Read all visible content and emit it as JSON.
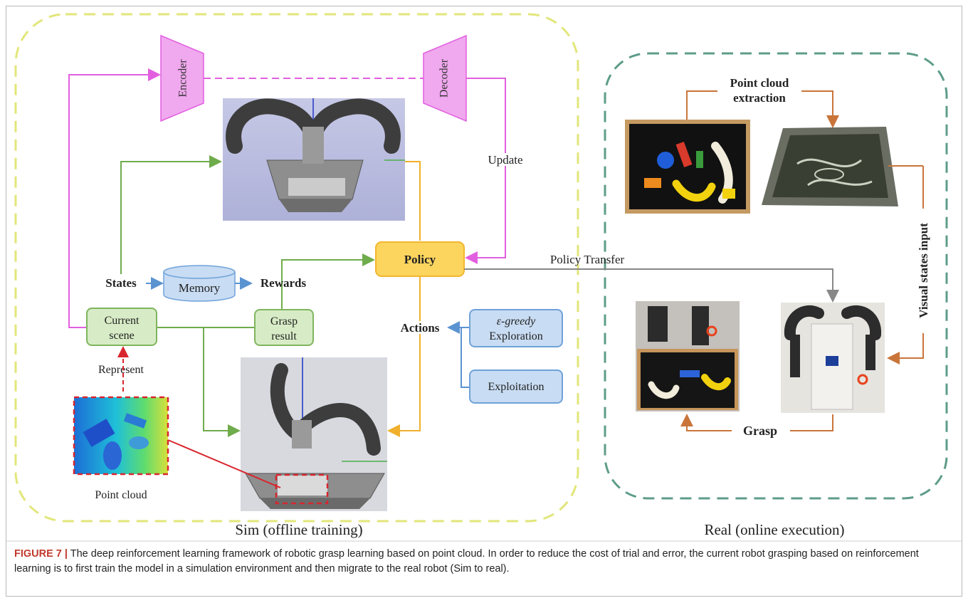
{
  "colors": {
    "sim_border": "#e2e67a",
    "real_border": "#5e9c8a",
    "encoder_decoder": "#f0a8ee",
    "magenta_arrow": "#e25fe0",
    "green_box": "#d7ecc6",
    "green_border": "#7fb55e",
    "blue_box": "#c8dcf3",
    "blue_border": "#6fa2d9",
    "policy_fill": "#fbd55e",
    "policy_border": "#f3b62f",
    "orange_arrow": "#c9753a",
    "red_dash": "#d8262f",
    "caption_label": "#c0392b"
  },
  "sim": {
    "encoder": "Encoder",
    "decoder": "Decoder",
    "update": "Update",
    "policy": "Policy",
    "states": "States",
    "memory": "Memory",
    "rewards": "Rewards",
    "current_scene": [
      "Current",
      "scene"
    ],
    "grasp_result": [
      "Grasp",
      "result"
    ],
    "actions": "Actions",
    "egreedy": [
      "ε-greedy",
      "Exploration"
    ],
    "exploitation": "Exploitation",
    "represent": "Represent",
    "point_cloud": "Point cloud",
    "title": "Sim (offline training)"
  },
  "transfer": "Policy Transfer",
  "real": {
    "point_cloud_extraction": [
      "Point cloud",
      "extraction"
    ],
    "visual_states_input": "Visual states input",
    "grasp": "Grasp",
    "title": "Real (online execution)"
  },
  "caption": {
    "label": "FIGURE 7 |",
    "text": " The deep reinforcement learning framework of robotic grasp learning based on point cloud. In order to reduce the cost of trial and error, the current robot grasping based on reinforcement learning is to first train the model in a simulation environment and then migrate to the real robot (Sim to real)."
  }
}
